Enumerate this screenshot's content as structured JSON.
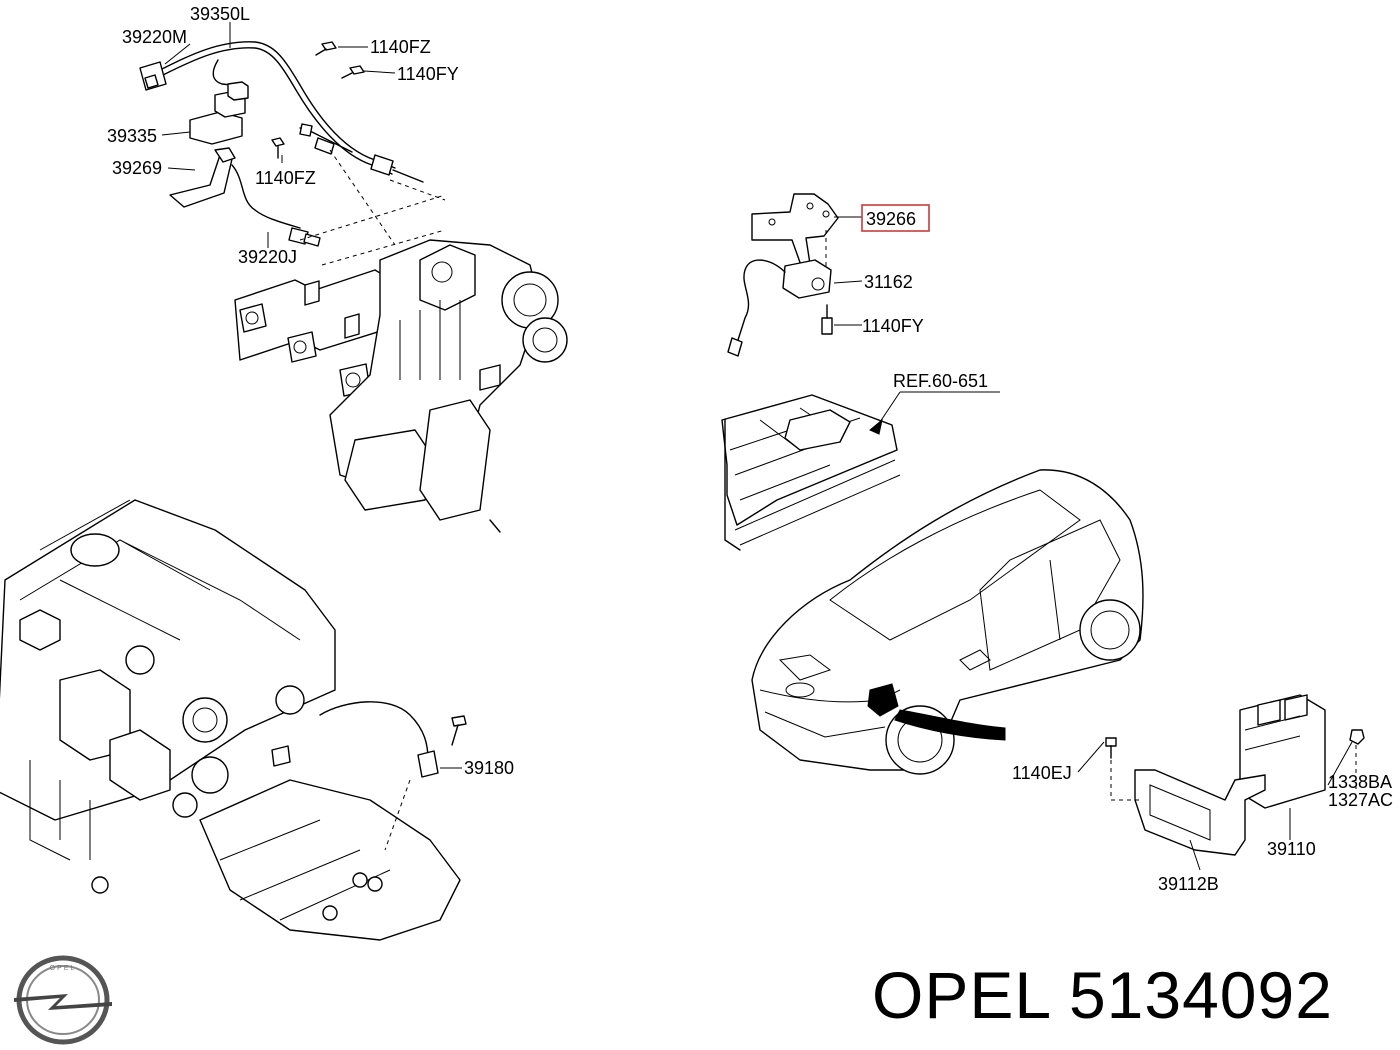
{
  "labels": {
    "p39350L": "39350L",
    "p39220M": "39220M",
    "p1140FZ_a": "1140FZ",
    "p1140FY_a": "1140FY",
    "p39335": "39335",
    "p39269": "39269",
    "p1140FZ_b": "1140FZ",
    "p39220J": "39220J",
    "p39266": "39266",
    "p31162": "31162",
    "p1140FY_b": "1140FY",
    "ref": "REF.60-651",
    "p39180": "39180",
    "p1140EJ": "1140EJ",
    "p1338BA": "1338BA",
    "p1327AC": "1327AC",
    "p39110": "39110",
    "p39112B": "39112B"
  },
  "highlight": {
    "part": "39266",
    "color": "#c83c3c"
  },
  "footer": {
    "brand_logo_text": "OPEL",
    "caption": "OPEL 5134092"
  }
}
